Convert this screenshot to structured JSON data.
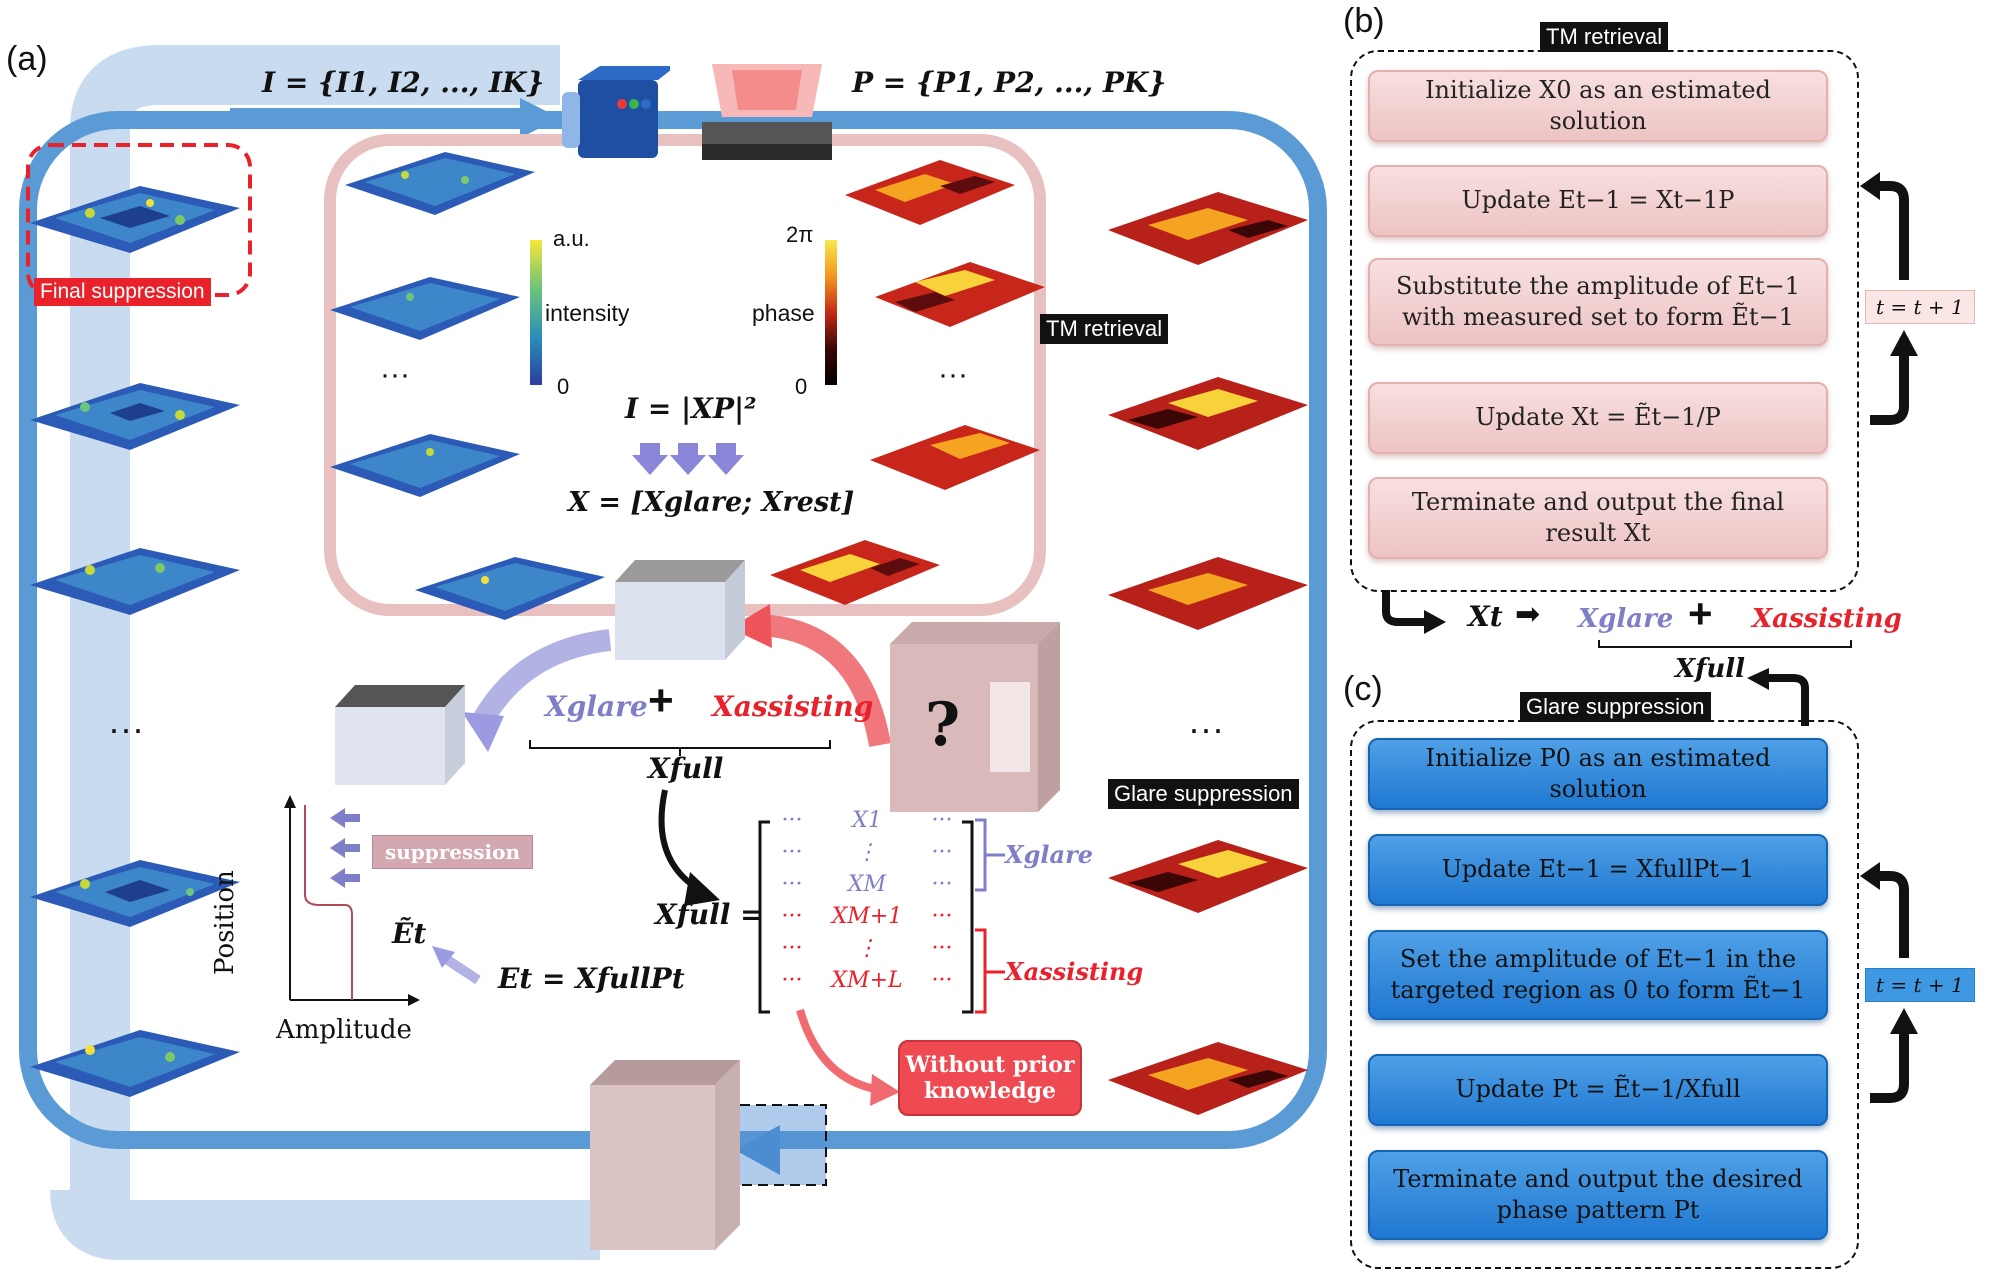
{
  "panel_a": {
    "letter": "(a)",
    "intensity_set": "I = {I1, I2, ..., IK}",
    "phase_set": "P = {P1, P2, ..., PK}",
    "final_suppression_tag": "Final suppression",
    "colorbar_intensity": {
      "top": "a.u.",
      "label": "intensity",
      "bottom": "0"
    },
    "colorbar_phase": {
      "top": "2π",
      "label": "phase",
      "bottom": "0"
    },
    "ellipsis": "···",
    "model_eq": "I = |XP|²",
    "x_split": "X = [Xglare; Xrest]",
    "tm_retrieval_tag": "TM retrieval",
    "glare_suppression_tag": "Glare suppression",
    "x_glare": "Xglare",
    "x_assisting": "Xassisting",
    "x_full": "Xfull",
    "plus": "+",
    "question": "?",
    "suppression_label": "suppression",
    "position_axis": "Position",
    "amplitude_axis": "Amplitude",
    "e_tilde": "Ẽt",
    "e_eq": "Et = XfullPt",
    "matrix_lhs": "Xfull =",
    "matrix_glare_label": "Xglare",
    "matrix_assist_label": "Xassisting",
    "matrix_rows": [
      {
        "c1": "···",
        "c2": "X1",
        "c3": "···",
        "kind": "glare"
      },
      {
        "c1": "···",
        "c2": "⋮",
        "c3": "···",
        "kind": "glare"
      },
      {
        "c1": "···",
        "c2": "XM",
        "c3": "···",
        "kind": "glare"
      },
      {
        "c1": "···",
        "c2": "XM+1",
        "c3": "···",
        "kind": "assist"
      },
      {
        "c1": "···",
        "c2": "⋮",
        "c3": "···",
        "kind": "assist"
      },
      {
        "c1": "···",
        "c2": "XM+L",
        "c3": "···",
        "kind": "assist"
      }
    ],
    "without_prior": "Without prior knowledge"
  },
  "panel_b": {
    "letter": "(b)",
    "title": "TM retrieval",
    "steps": [
      "Initialize X0 as an estimated solution",
      "Update Et−1 = Xt−1P",
      "Substitute the amplitude of Et−1 with measured set to form Ẽt−1",
      "Update Xt = Ẽt−1/P",
      "Terminate and output the final result Xt"
    ],
    "iteration": "t = t + 1",
    "output_xt": "Xt",
    "output_arrow": "➡",
    "output_glare": "Xglare",
    "output_plus": "+",
    "output_assisting": "Xassisting",
    "output_full": "Xfull"
  },
  "panel_c": {
    "letter": "(c)",
    "title": "Glare suppression",
    "steps": [
      "Initialize P0 as an estimated solution",
      "Update Et−1 = XfullPt−1",
      "Set the amplitude of Et−1 in the targeted region as 0 to form Ẽt−1",
      "Update Pt = Ẽt−1/Xfull",
      "Terminate and output the desired phase pattern Pt"
    ],
    "iteration": "t = t + 1"
  },
  "colors": {
    "loop_blue": "#5b9bd5",
    "loop_blue_light": "#c9dcef",
    "pink_frame": "#e8b9b9",
    "glare_purple": "#7f7fc8",
    "assist_red": "#e8212a",
    "step_pink": "#f2d0d0",
    "step_blue": "#2a86dc"
  }
}
